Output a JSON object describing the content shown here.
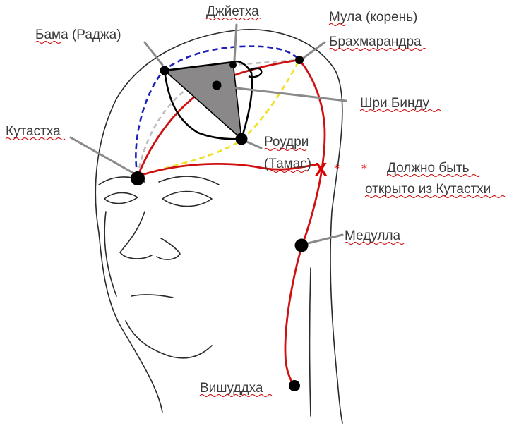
{
  "labels": {
    "bama": "Бама (Раджа)",
    "djyetha": "Джйетха",
    "mula": "Мула (корень)",
    "brahmarandra": "Брахмарандра",
    "shri_bindu": "Шри Бинду",
    "kutastha": "Кутастха",
    "roudri": "Роудри",
    "tamas": "(Тамас)",
    "must_open_1": "Должно быть",
    "must_open_2": "открыто из Кутастхи",
    "medulla": "Медулла",
    "vishuddha": "Вишуддха"
  },
  "marks": {
    "blocked": "X",
    "asterisk": "*"
  },
  "colors": {
    "red_channel": "#d01010",
    "blue_channel": "#1a20b8",
    "yellow_channel": "#f0e020",
    "grey_channel": "#bdbdbd",
    "triangle_fill": "#8a8888",
    "pointer": "#8a8a8a"
  }
}
